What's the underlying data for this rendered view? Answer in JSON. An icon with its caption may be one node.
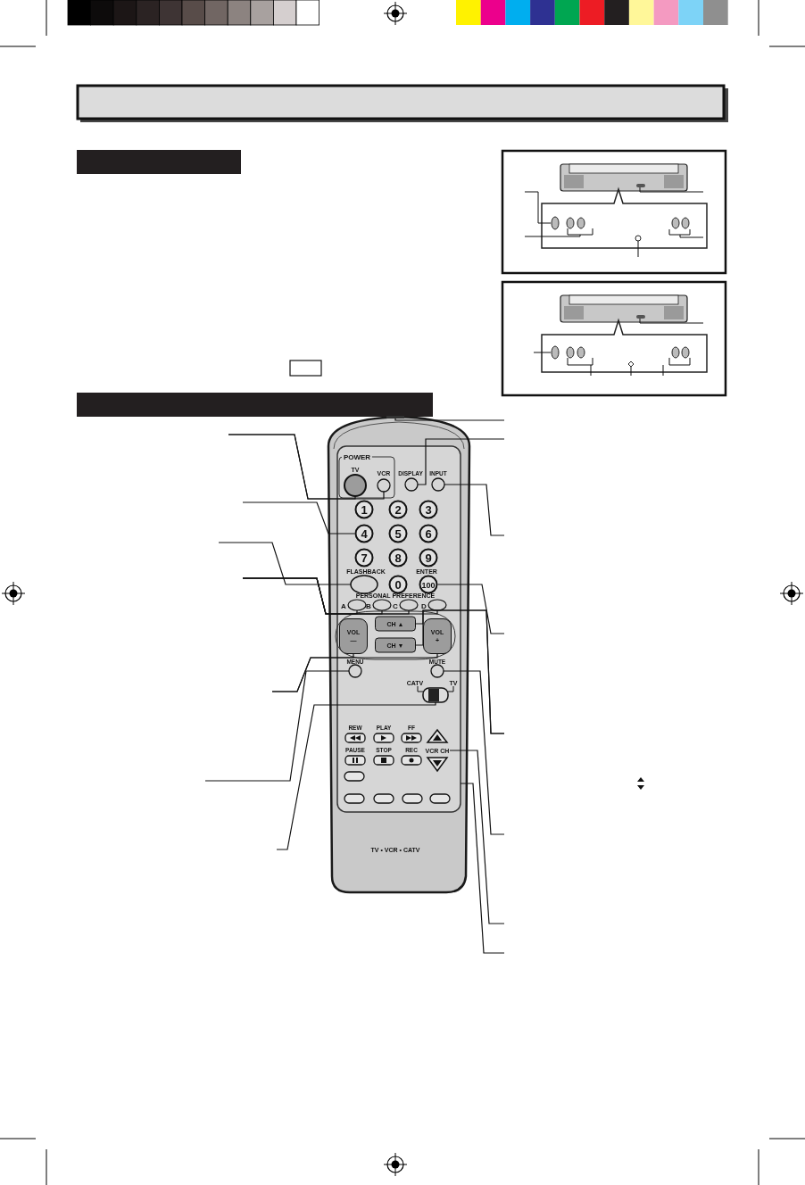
{
  "diagram": {
    "nodes": [
      {
        "text": [],
        "shape": "bar"
      },
      {
        "text": [],
        "shape": "bar"
      },
      {
        "text": [],
        "shape": "bar"
      },
      {
        "text": [],
        "shape": "bar"
      },
      {
        "text": [],
        "shape": "circle",
        "in": 23,
        "beside": [
          "TV"
        ]
      },
      {
        "text": [],
        "shape": "circle",
        "in": 23,
        "beside": [
          "VCR"
        ]
      },
      {
        "text": [],
        "shape": "circle",
        "in": 23,
        "beside": [
          "DISPLAY"
        ]
      },
      {
        "text": [],
        "shape": "circle",
        "in": 23,
        "beside": [
          "INPUT"
        ]
      },
      {
        "text": [
          "4"
        ],
        "in": 23
      },
      {
        "text": [],
        "shape": "circle",
        "in": 23,
        "beside": [
          "FLASHBACK"
        ]
      },
      {
        "text": [
          "100"
        ],
        "in": 23,
        "beside": [
          "ENTER"
        ]
      },
      {
        "text": [],
        "shape": "circle",
        "in": 23,
        "beside": [
          "A"
        ]
      },
      {
        "text": [],
        "shape": "circle",
        "in": 23,
        "beside": [
          "B"
        ]
      },
      {
        "text": [],
        "shape": "circle",
        "in": 23,
        "beside": [
          "C"
        ]
      },
      {
        "text": [],
        "shape": "circle",
        "in": 23,
        "beside": [
          "D"
        ]
      },
      {
        "text": [
          "VOL —"
        ],
        "in": 23
      },
      {
        "text": [
          "CH ▲"
        ],
        "in": 23
      },
      {
        "text": [
          "VOL +"
        ],
        "in": 23
      },
      {
        "text": [
          "CH ▼"
        ],
        "in": 23
      },
      {
        "text": [],
        "shape": "circle",
        "in": 23,
        "beside": [
          "MENU"
        ]
      },
      {
        "text": [],
        "shape": "circle",
        "in": 23,
        "beside": [
          "MUTE"
        ]
      },
      {
        "text": [],
        "shape": "box",
        "in": 23,
        "beside": [
          "CATV",
          "TV"
        ]
      },
      {
        "text": [
          "VCR CH"
        ],
        "in": 23
      },
      {
        "text": [],
        "shape": "box"
      },
      {
        "text": [
          "1"
        ],
        "in": 23
      },
      {
        "text": [
          "2"
        ],
        "in": 23
      },
      {
        "text": [
          "3"
        ],
        "in": 23
      },
      {
        "text": [
          "5"
        ],
        "in": 23
      },
      {
        "text": [
          "6"
        ],
        "in": 23
      },
      {
        "text": [
          "7"
        ],
        "in": 23
      },
      {
        "text": [
          "8"
        ],
        "in": 23
      },
      {
        "text": [
          "9"
        ],
        "in": 23
      },
      {
        "text": [
          "0"
        ],
        "in": 23
      }
    ],
    "edges": [
      {
        "from": null,
        "to": 3,
        "arrow": "none"
      },
      {
        "from": null,
        "to": 6,
        "arrow": "none"
      },
      {
        "from": null,
        "to": 4,
        "arrow": "none"
      },
      {
        "from": null,
        "to": 5,
        "arrow": "none"
      },
      {
        "from": null,
        "to": 8,
        "arrow": "none"
      },
      {
        "from": null,
        "to": 9,
        "arrow": "none"
      },
      {
        "from": null,
        "to": 11,
        "arrow": "none"
      },
      {
        "from": null,
        "to": 12,
        "arrow": "none"
      },
      {
        "from": null,
        "to": 13,
        "arrow": "none"
      },
      {
        "from": null,
        "to": 14,
        "arrow": "none"
      },
      {
        "from": null,
        "to": 7,
        "arrow": "none"
      },
      {
        "from": null,
        "to": 10,
        "arrow": "none"
      },
      {
        "from": null,
        "to": 16,
        "arrow": "none"
      },
      {
        "from": null,
        "to": 18,
        "arrow": "none"
      },
      {
        "from": null,
        "to": 15,
        "arrow": "none"
      },
      {
        "from": null,
        "to": 17,
        "arrow": "none"
      },
      {
        "from": null,
        "to": 19,
        "arrow": "none"
      },
      {
        "from": null,
        "to": 20,
        "arrow": "none"
      },
      {
        "from": null,
        "to": 21,
        "arrow": "none"
      },
      {
        "from": null,
        "to": 22,
        "arrow": "none"
      },
      {
        "from": null,
        "to": 23,
        "arrow": "none"
      }
    ],
    "labels": [
      "POWER",
      "PERSONAL PREFERENCE",
      "REW",
      "PLAY",
      "FF",
      "PAUSE",
      "STOP",
      "REC",
      "TV • VCR • CATV"
    ]
  }
}
